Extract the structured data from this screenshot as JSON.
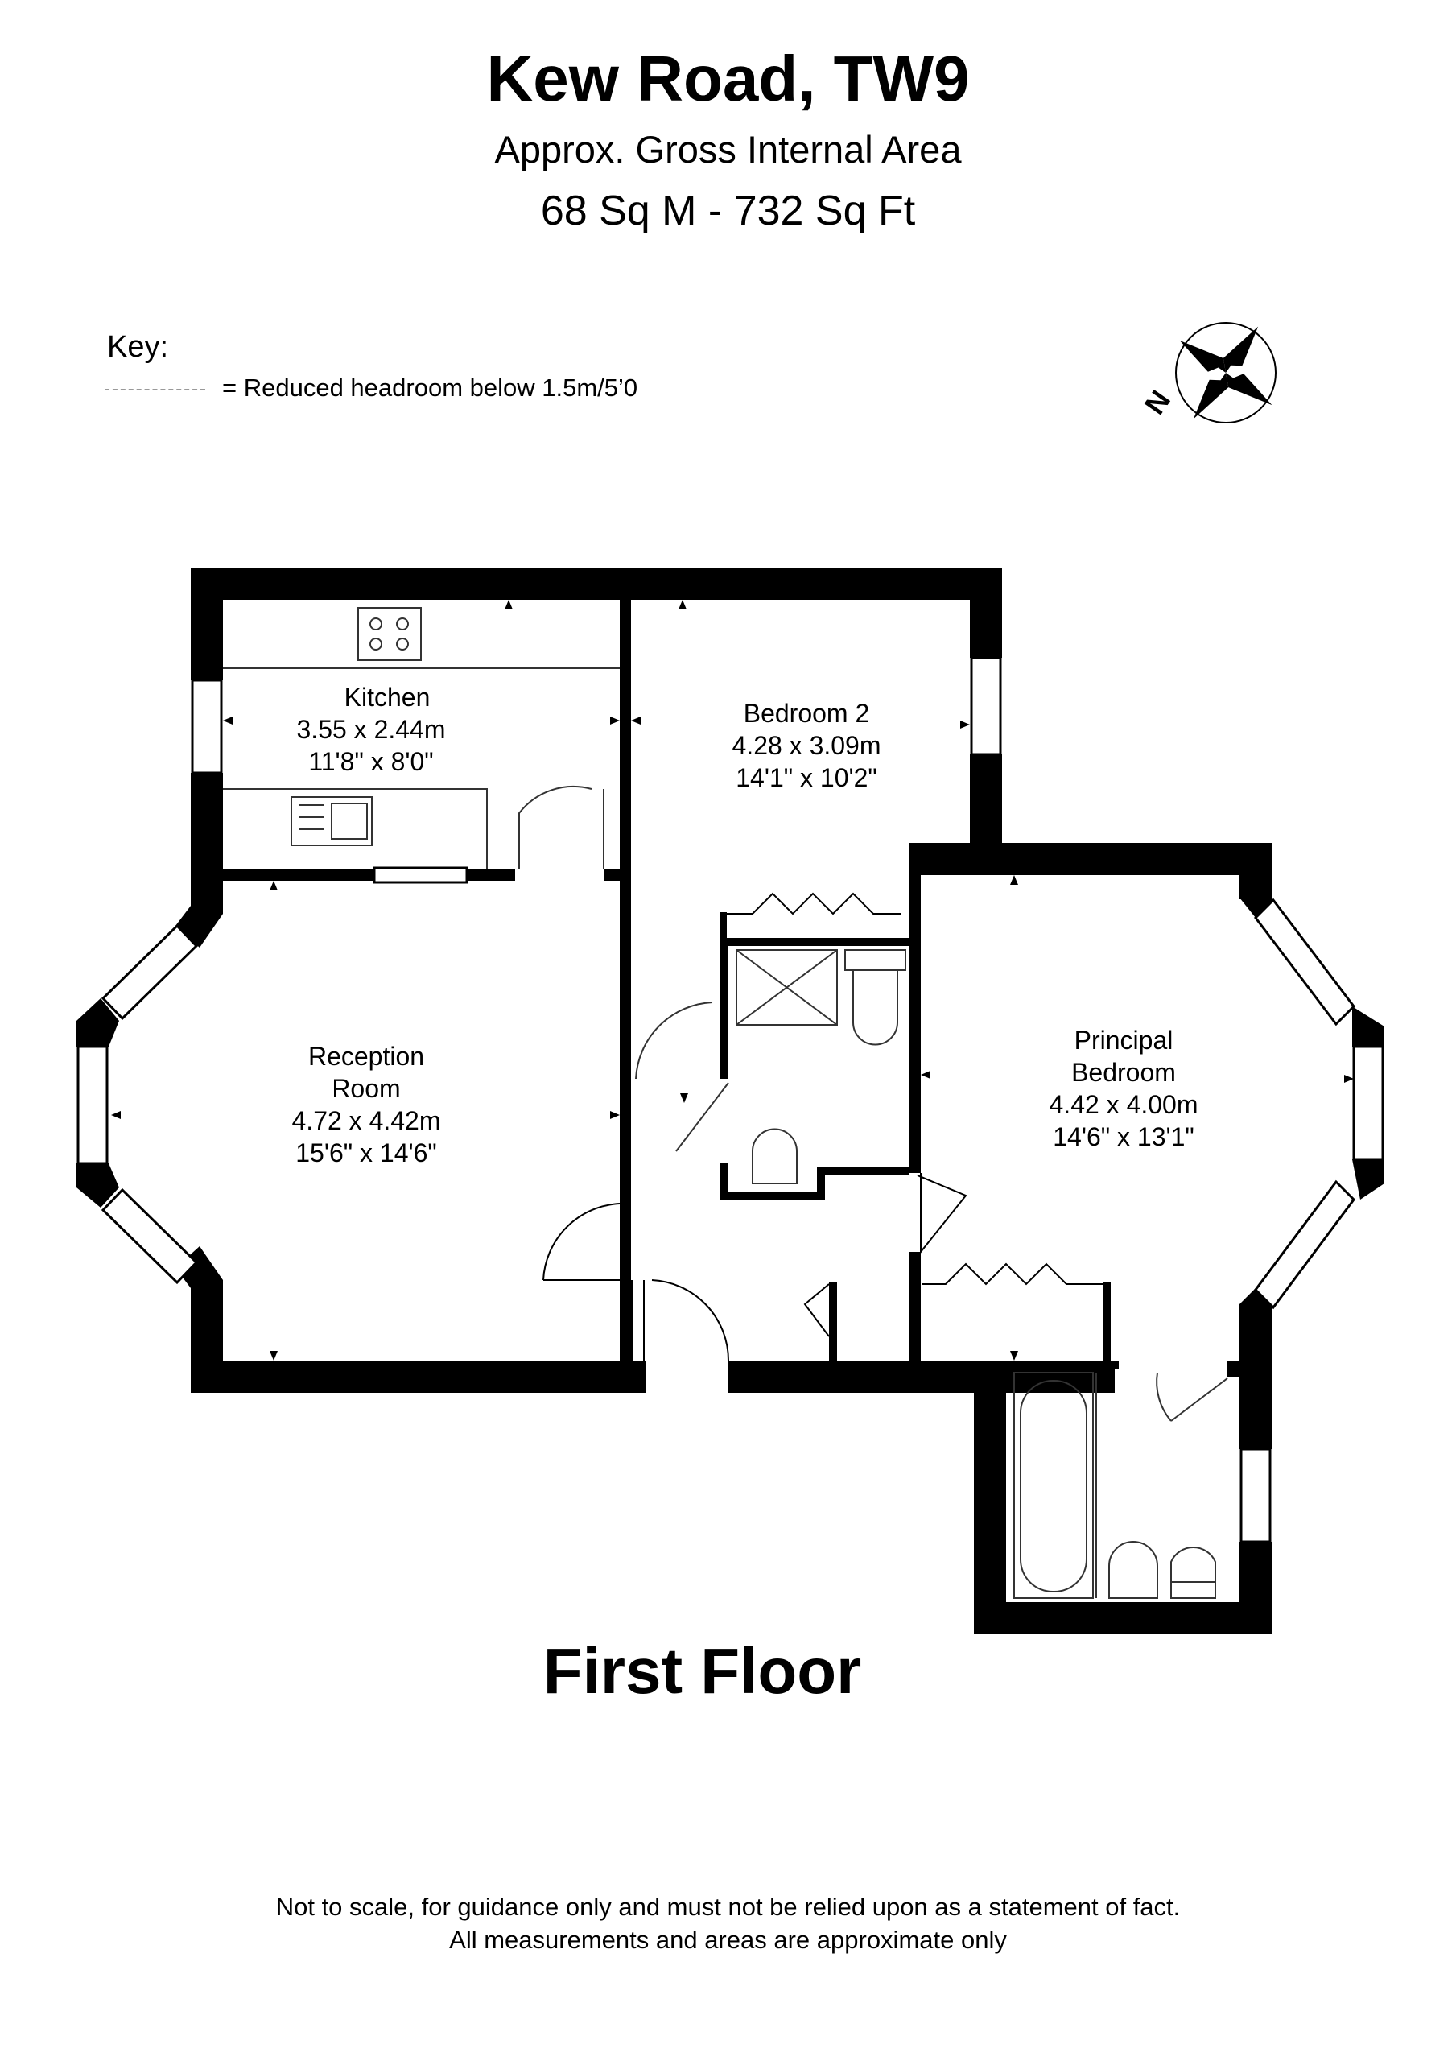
{
  "header": {
    "title": "Kew Road, TW9",
    "subtitle": "Approx. Gross Internal Area",
    "area": "68 Sq M -  732 Sq Ft"
  },
  "key": {
    "label": "Key:",
    "items": [
      {
        "symbol": "dashed-line",
        "text": "= Reduced headroom below 1.5m/5’0"
      }
    ]
  },
  "compass": {
    "icon": "compass-rose-icon",
    "north_label": "N"
  },
  "rooms": [
    {
      "name": "Kitchen",
      "metric": "3.55 x 2.44m",
      "imperial": "11'8\" x 8'0\""
    },
    {
      "name": "Bedroom 2",
      "metric": "4.28 x 3.09m",
      "imperial": "14'1\" x 10'2\""
    },
    {
      "name_line1": "Reception",
      "name_line2": "Room",
      "metric": "4.72 x 4.42m",
      "imperial": "15'6\" x 14'6\""
    },
    {
      "name_line1": "Principal",
      "name_line2": "Bedroom",
      "metric": "4.42 x 4.00m",
      "imperial": "14'6\" x 13'1\""
    }
  ],
  "floor_label": "First Floor",
  "disclaimer": {
    "line1": "Not to scale, for guidance only and must not be relied upon as a statement of fact.",
    "line2": "All measurements and areas are approximate only"
  },
  "colors": {
    "wall": "#000000",
    "background": "#ffffff",
    "fixture": "#333333"
  }
}
